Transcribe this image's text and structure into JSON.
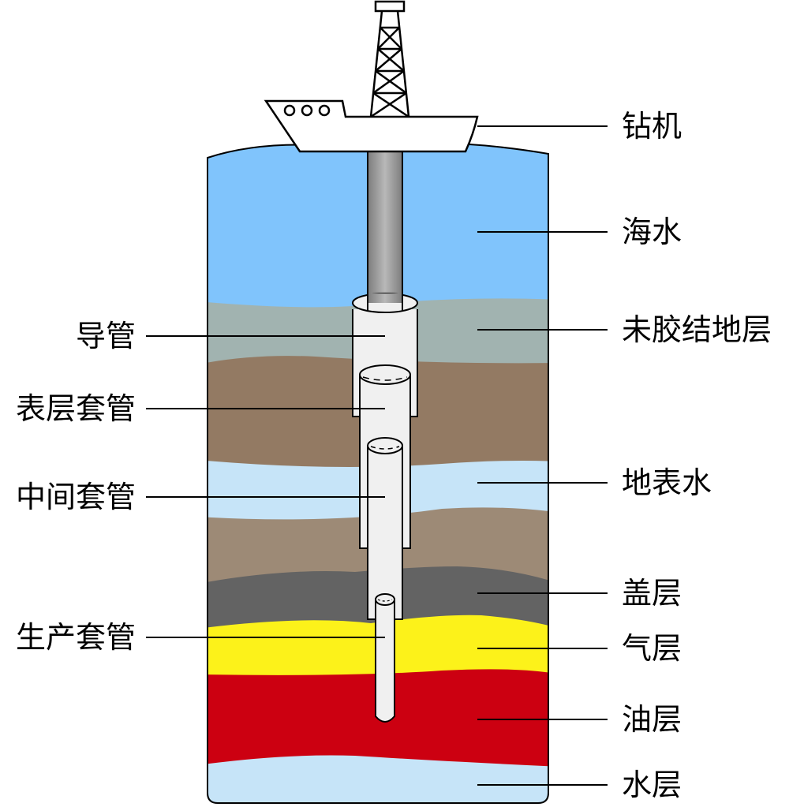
{
  "colors": {
    "sea_water": "#80c4fc",
    "unconsolidated": "#a1b3b0",
    "brown_layer": "#937a63",
    "surface_water": "#c6e4f8",
    "lower_brown": "#9d8a76",
    "cap_rock": "#636363",
    "gas_layer": "#fcf21a",
    "oil_layer": "#cc0011",
    "water_layer": "#c6e4f8",
    "casing": "#f0f0f0",
    "drill_pipe": "#a0a0a0",
    "outline": "#000000"
  },
  "labels_right": {
    "rig": "钻机",
    "sea_water": "海水",
    "unconsolidated": "未胶结地层",
    "surface_water": "地表水",
    "cap_rock": "盖层",
    "gas_layer": "气层",
    "oil_layer": "油层",
    "water_layer": "水层"
  },
  "labels_left": {
    "conductor": "导管",
    "surface_casing": "表层套管",
    "intermediate_casing": "中间套管",
    "production_casing": "生产套管"
  }
}
